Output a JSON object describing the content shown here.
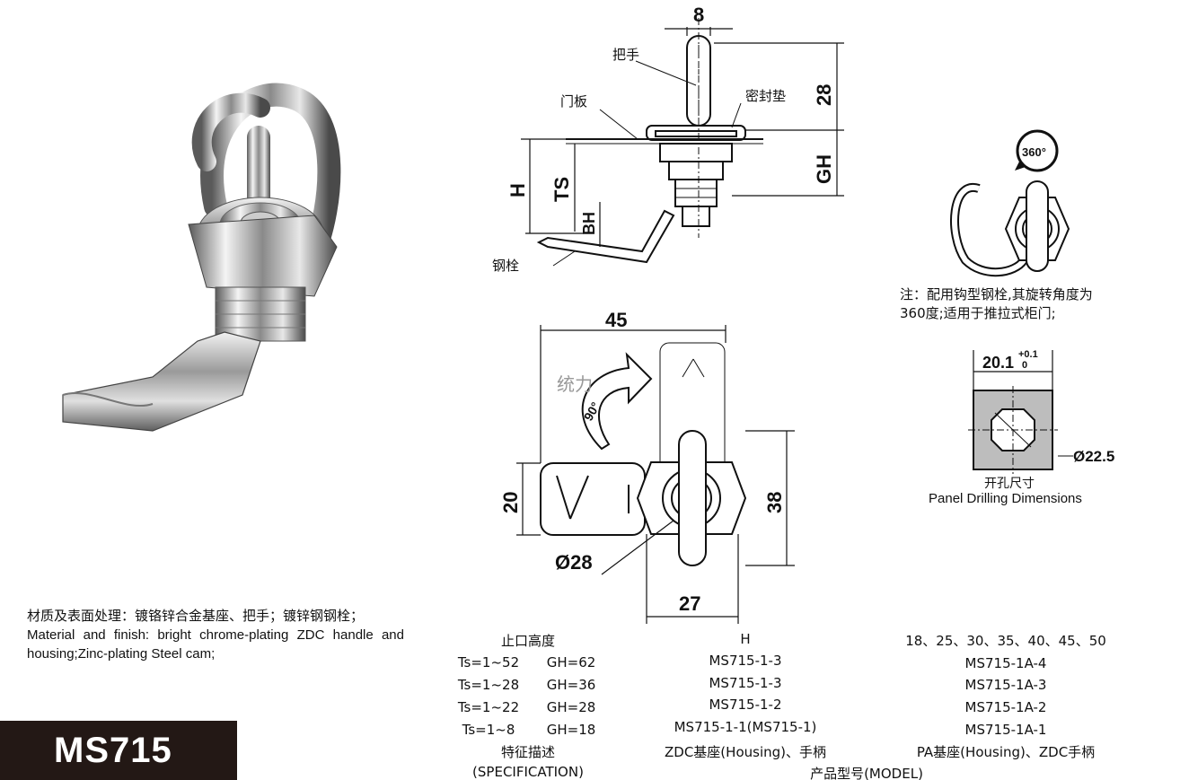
{
  "drawing": {
    "labels": {
      "handle": "把手",
      "door_panel": "门板",
      "seal": "密封垫",
      "steel_cam": "钢栓",
      "rotation": "360°",
      "rotation_90": "90°",
      "watermark": "统力"
    },
    "dimensions": {
      "top_width": "8",
      "height_28": "28",
      "gh": "GH",
      "h": "H",
      "ts": "TS",
      "bh": "BH",
      "width_45": "45",
      "height_20": "20",
      "height_38": "38",
      "diameter_28": "Ø28",
      "width_27": "27",
      "cutout_width": "20.1",
      "cutout_tol_plus": "+0.1",
      "cutout_tol_zero": "0",
      "cutout_diameter": "Ø22.5"
    }
  },
  "note": {
    "line1": "注：配用钩型钢栓,其旋转角度为",
    "line2": "360度;适用于推拉式柜门;"
  },
  "drilling": {
    "cn": "开孔尺寸",
    "en": "Panel Drilling Dimensions"
  },
  "material": {
    "cn": "材质及表面处理：镀铬锌合金基座、把手；镀锌钢钢栓；",
    "en": "Material and finish: bright chrome-plating ZDC handle and housing;Zinc-plating Steel cam;"
  },
  "model": {
    "name": "MS715"
  },
  "spec_table": {
    "col1_header": "止口高度",
    "col2_header": "H",
    "col3_header": "18、25、30、35、40、45、50",
    "rows": [
      {
        "ts": "Ts=1~52",
        "gh": "GH=62",
        "m1": "MS715-1-3",
        "m2": "MS715-1A-4"
      },
      {
        "ts": "Ts=1~28",
        "gh": "GH=36",
        "m1": "MS715-1-3",
        "m2": "MS715-1A-3"
      },
      {
        "ts": "Ts=1~22",
        "gh": "GH=28",
        "m1": "MS715-1-2",
        "m2": "MS715-1A-2"
      },
      {
        "ts": "Ts=1~8",
        "gh": "GH=18",
        "m1": "MS715-1-1(MS715-1)",
        "m2": "MS715-1A-1"
      }
    ],
    "feature_cn": "特征描述",
    "feature_en": "(SPECIFICATION)",
    "housing1": "ZDC基座(Housing)、手柄",
    "housing2": "PA基座(Housing)、ZDC手柄",
    "model_label": "产品型号(MODEL)"
  },
  "colors": {
    "badge_bg": "#231815",
    "line": "#111111",
    "drill_fill": "#bdbdbd"
  }
}
